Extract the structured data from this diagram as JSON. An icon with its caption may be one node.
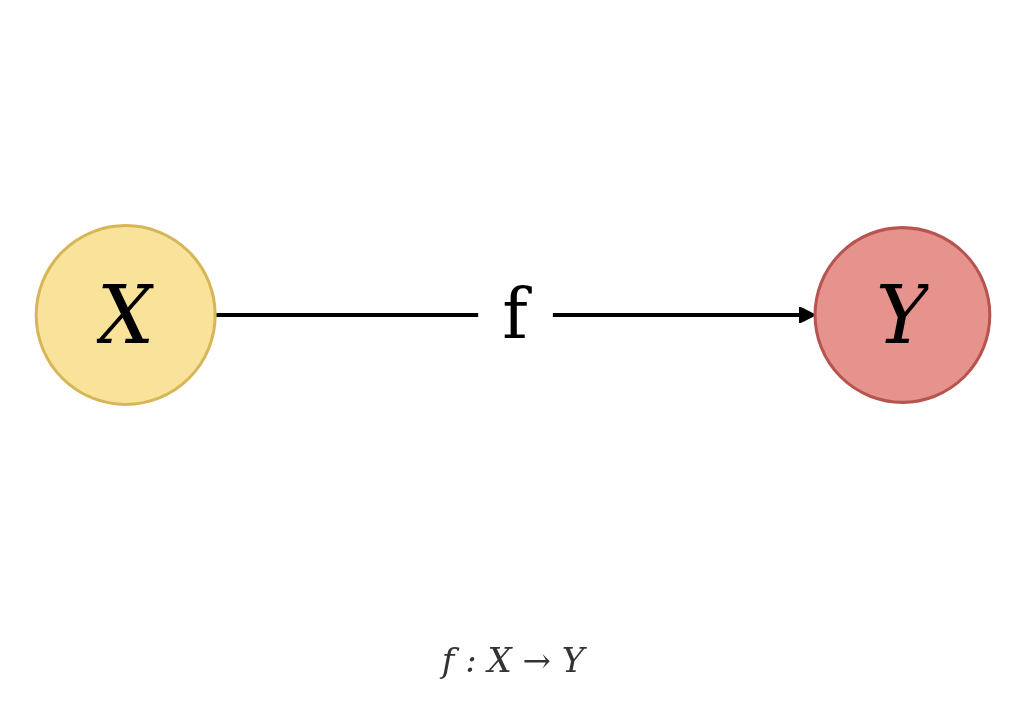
{
  "diagram": {
    "caption": "f : X → Y",
    "nodes": [
      {
        "text": [
          "X"
        ]
      },
      {
        "text": [
          "Y"
        ]
      }
    ],
    "edges": [
      {
        "from": 0,
        "to": 1,
        "arrow": "to",
        "label": "f"
      }
    ]
  }
}
